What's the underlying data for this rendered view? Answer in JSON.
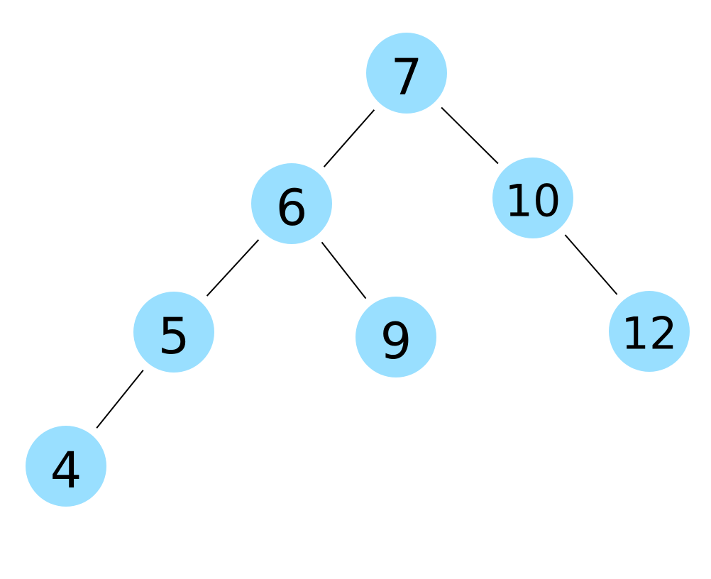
{
  "tree": {
    "node_color": "#99dfff",
    "edge_color": "#000000",
    "label_color": "#000000",
    "nodes": [
      {
        "id": "n7",
        "label": "7"
      },
      {
        "id": "n6",
        "label": "6"
      },
      {
        "id": "n10",
        "label": "10"
      },
      {
        "id": "n5",
        "label": "5"
      },
      {
        "id": "n9",
        "label": "9"
      },
      {
        "id": "n12",
        "label": "12"
      },
      {
        "id": "n4",
        "label": "4"
      }
    ],
    "edges": [
      {
        "from": "n7",
        "to": "n6"
      },
      {
        "from": "n7",
        "to": "n10"
      },
      {
        "from": "n6",
        "to": "n5"
      },
      {
        "from": "n6",
        "to": "n9"
      },
      {
        "from": "n10",
        "to": "n12"
      },
      {
        "from": "n5",
        "to": "n4"
      }
    ]
  }
}
